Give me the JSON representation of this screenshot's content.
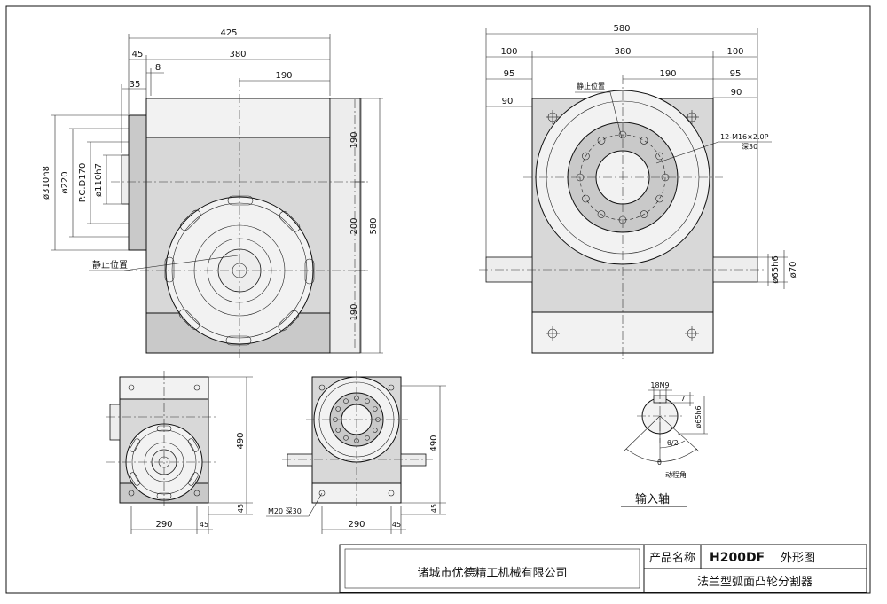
{
  "dims_front": {
    "d425": "425",
    "d45": "45",
    "d8": "8",
    "d380": "380",
    "d35": "35",
    "d190top": "190",
    "d310": "ø310h8",
    "d220": "ø220",
    "dpcd": "P.C.D170",
    "d110": "ø110h7",
    "r190a": "190",
    "r200": "200",
    "r190b": "190",
    "r580": "580"
  },
  "dims_side": {
    "d580": "580",
    "d100l": "100",
    "d380": "380",
    "d100r": "100",
    "d95l": "95",
    "d190": "190",
    "d95r": "95",
    "d90l": "90",
    "d90r": "90",
    "dph65": "ø65h6",
    "dph70": "ø70",
    "bolt_callout": "12-M16×2.0P",
    "bolt_depth": "深30"
  },
  "labels": {
    "stop_pos_front": "静止位置",
    "stop_pos_side": "静止位置"
  },
  "dims_small": {
    "h490l": "490",
    "h45l": "45",
    "w290l": "290",
    "w45l": "45",
    "h490r": "490",
    "h45r": "45",
    "w290r": "290",
    "w45r": "45",
    "m20": "M20 深30"
  },
  "shaft_detail": {
    "key": "18N9",
    "seven": "7",
    "dia": "ø65h6",
    "half_angle": "θ/2",
    "theta": "θ",
    "angle_label": "动程角",
    "caption": "输入轴"
  },
  "title_block": {
    "company": "诸城市优德精工机械有限公司",
    "product_label": "产品名称",
    "model": "H200DF",
    "drawing_type": "外形图",
    "product_name": "法兰型弧面凸轮分割器"
  }
}
